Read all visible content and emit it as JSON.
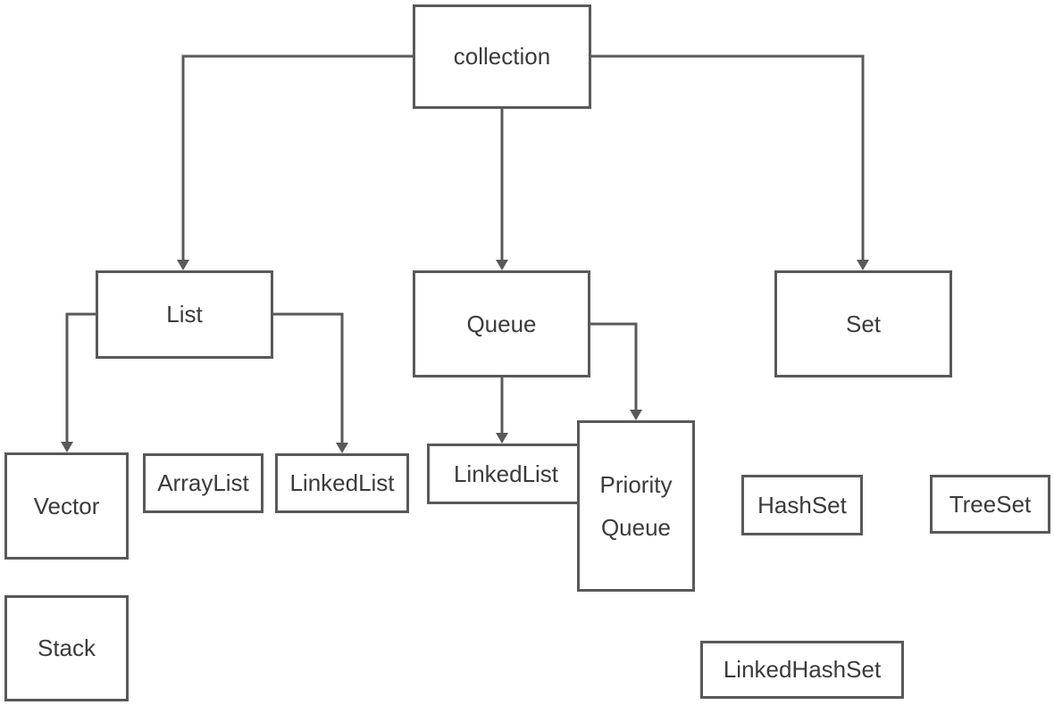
{
  "diagram": {
    "type": "hierarchy-flowchart",
    "subject": "collection class hierarchy",
    "colors": {
      "stroke": "#595959",
      "text": "#3b3b3b",
      "node_fill": "#ffffff",
      "background": "#ffffff"
    },
    "nodes": {
      "collection": {
        "label": "collection"
      },
      "list": {
        "label": "List"
      },
      "queue": {
        "label": "Queue"
      },
      "set": {
        "label": "Set"
      },
      "vector": {
        "label": "Vector"
      },
      "arraylist": {
        "label": "ArrayList"
      },
      "linkedlist_list": {
        "label": "LinkedList"
      },
      "linkedlist_queue": {
        "label": "LinkedList"
      },
      "priority_queue": {
        "label": "Priority Queue"
      },
      "hashset": {
        "label": "HashSet"
      },
      "treeset": {
        "label": "TreeSet"
      },
      "stack": {
        "label": "Stack"
      },
      "linkedhashset": {
        "label": "LinkedHashSet"
      }
    },
    "edges": [
      {
        "from": "collection",
        "to": "list"
      },
      {
        "from": "collection",
        "to": "queue"
      },
      {
        "from": "collection",
        "to": "set"
      },
      {
        "from": "list",
        "to": "vector"
      },
      {
        "from": "list",
        "to": "linkedlist_list"
      },
      {
        "from": "queue",
        "to": "linkedlist_queue"
      },
      {
        "from": "queue",
        "to": "priority_queue"
      }
    ],
    "unconnected_nodes": [
      "arraylist",
      "hashset",
      "treeset",
      "stack",
      "linkedhashset"
    ]
  }
}
